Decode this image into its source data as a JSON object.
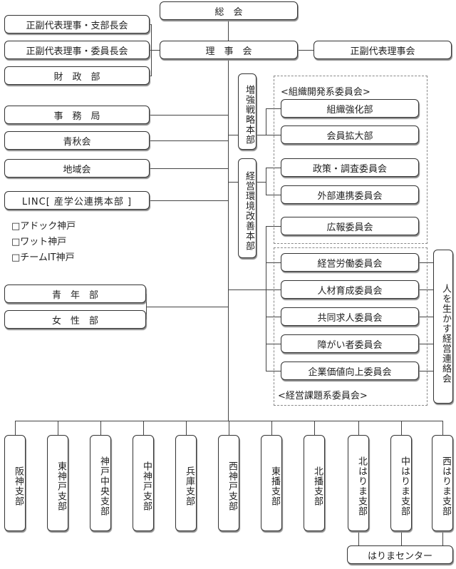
{
  "top": {
    "general": "総　会",
    "board": "理　事　会",
    "vice_board": "正副代表理事会"
  },
  "left": [
    "正副代表理事・支部長会",
    "正副代表理事・委員長会",
    "財　政　部",
    "事　務　局",
    "青秋会",
    "地域会",
    "LINC[ 産学公連携本部 ]"
  ],
  "linc_members": [
    "□アドック神戸",
    "□ワット神戸",
    "□チームIT神戸"
  ],
  "hq": [
    "増強戦略本部",
    "経営環境改善本部"
  ],
  "group1_label": "<組織開発系委員会>",
  "group2_label": "<経営課題系委員会>",
  "committees": [
    "組織強化部",
    "会員拡大部",
    "政策・調査委員会",
    "外部連携委員会",
    "広報委員会",
    "経営労働委員会",
    "人材育成委員会",
    "共同求人委員会",
    "障がい者委員会",
    "企業価値向上委員会"
  ],
  "liaison": "人を生かす経営連絡会",
  "youth": "青　年　部",
  "women": "女　性　部",
  "branches": [
    "阪神支部",
    "東神戸支部",
    "神戸中央支部",
    "中神戸支部",
    "兵庫支部",
    "西神戸支部",
    "東播支部",
    "北播支部",
    "北はりま支部",
    "中はりま支部",
    "西はりま支部"
  ],
  "harima_center": "はりまセンター"
}
